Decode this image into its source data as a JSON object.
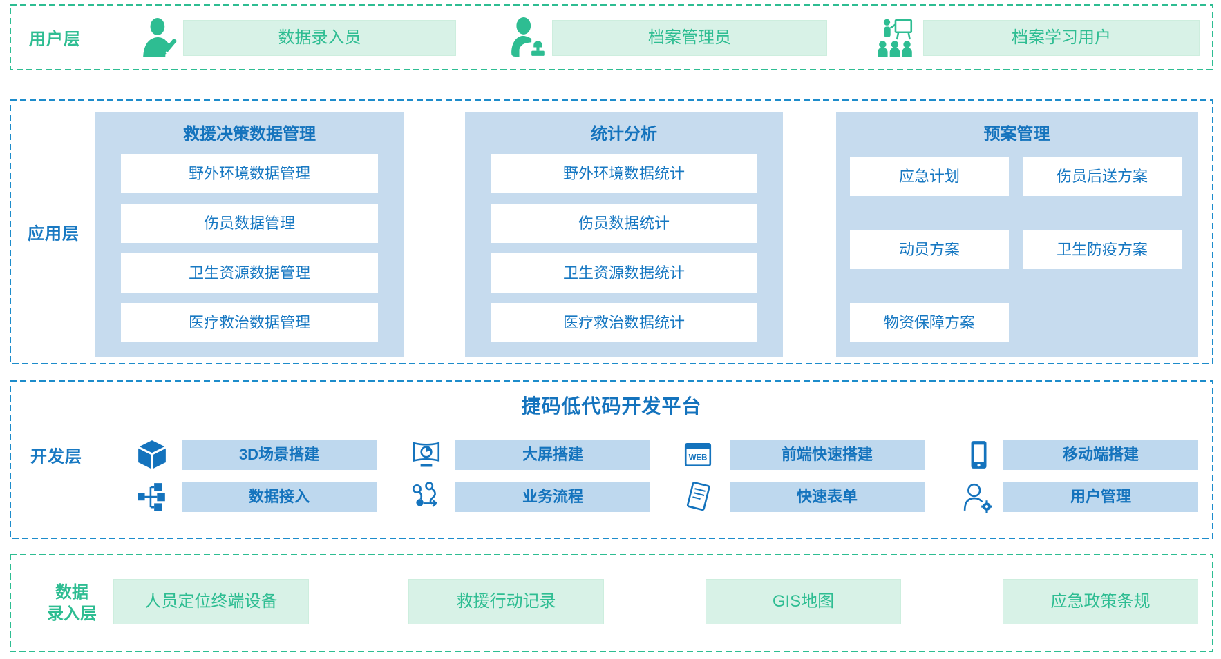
{
  "layers": {
    "user": {
      "label": "用户层",
      "items": [
        {
          "label": "数据录入员",
          "icon": "data-entry-person-icon"
        },
        {
          "label": "档案管理员",
          "icon": "archive-manager-icon"
        },
        {
          "label": "档案学习用户",
          "icon": "learning-users-icon"
        }
      ]
    },
    "application": {
      "label": "应用层",
      "columns": [
        {
          "title": "救援决策数据管理",
          "items": [
            "野外环境数据管理",
            "伤员数据管理",
            "卫生资源数据管理",
            "医疗救治数据管理"
          ]
        },
        {
          "title": "统计分析",
          "items": [
            "野外环境数据统计",
            "伤员数据统计",
            "卫生资源数据统计",
            "医疗救治数据统计"
          ]
        },
        {
          "title": "预案管理",
          "items": [
            "应急计划",
            "伤员后送方案",
            "动员方案",
            "卫生防疫方案",
            "物资保障方案"
          ]
        }
      ]
    },
    "development": {
      "label": "开发层",
      "platform_title": "捷码低代码开发平台",
      "modules": [
        {
          "label": "3D场景搭建",
          "icon": "cube-3d-icon"
        },
        {
          "label": "大屏搭建",
          "icon": "big-screen-icon"
        },
        {
          "label": "前端快速搭建",
          "icon": "web-browser-icon"
        },
        {
          "label": "移动端搭建",
          "icon": "mobile-phone-icon"
        },
        {
          "label": "数据接入",
          "icon": "data-tree-icon"
        },
        {
          "label": "业务流程",
          "icon": "workflow-icon"
        },
        {
          "label": "快速表单",
          "icon": "form-icon"
        },
        {
          "label": "用户管理",
          "icon": "user-gear-icon"
        }
      ]
    },
    "data_entry": {
      "label_line1": "数据",
      "label_line2": "录入层",
      "items": [
        "人员定位终端设备",
        "救援行动记录",
        "GIS地图",
        "应急政策条规"
      ]
    }
  },
  "colors": {
    "primary_green": "#2ebd92",
    "light_green_fill": "#d8f2e7",
    "primary_blue": "#1778c2",
    "dark_blue": "#1473bd",
    "light_blue_panel": "#c6dbee",
    "light_blue_pill": "#bed8ee",
    "dashed_border_blue": "#1d8ccb",
    "dashed_border_green": "#2ebd92"
  }
}
